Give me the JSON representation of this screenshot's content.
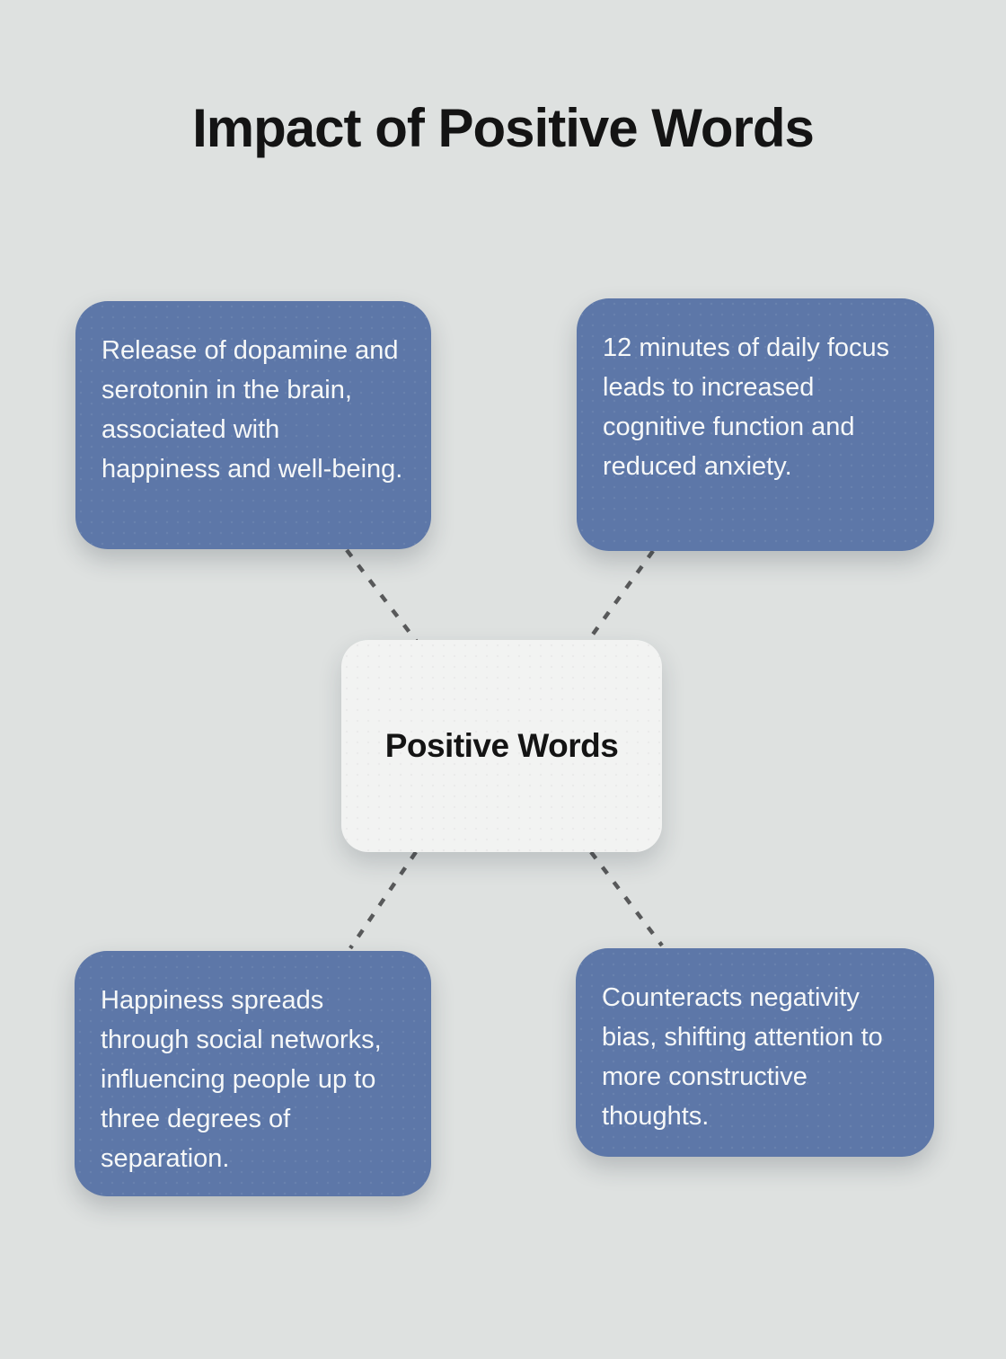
{
  "title": "Impact of Positive Words",
  "colors": {
    "background": "#dee1e0",
    "node_bg": "#5d77a8",
    "node_text": "#f6f8f8",
    "center_bg": "#f2f3f2",
    "center_text": "#141414",
    "title_text": "#141414",
    "connector": "#58595a"
  },
  "center_node": {
    "label": "Positive Words"
  },
  "nodes": [
    {
      "id": "dopamine-serotonin",
      "text": "Release of dopamine and serotonin in the brain, associated with happiness and well-being."
    },
    {
      "id": "daily-focus",
      "text": "12 minutes of daily focus leads to increased cognitive function and reduced anxiety."
    },
    {
      "id": "happiness-spreads",
      "text": "Happiness spreads through social networks, influencing people up to three degrees of separation."
    },
    {
      "id": "negativity-bias",
      "text": "Counteracts negativity bias, shifting attention to more constructive thoughts."
    }
  ],
  "connectors": [
    {
      "from": "dopamine-serotonin",
      "to": "center",
      "style": "dashed"
    },
    {
      "from": "daily-focus",
      "to": "center",
      "style": "dashed"
    },
    {
      "from": "center",
      "to": "happiness-spreads",
      "style": "dashed"
    },
    {
      "from": "center",
      "to": "negativity-bias",
      "style": "dashed"
    }
  ]
}
